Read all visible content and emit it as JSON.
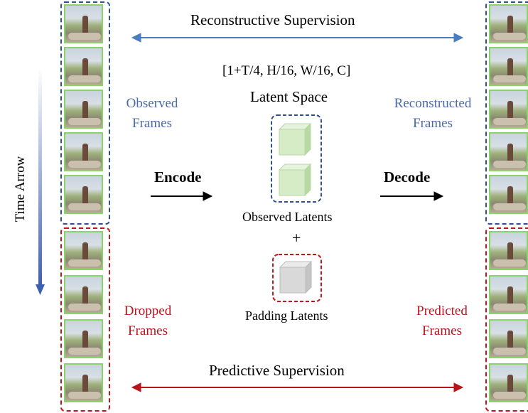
{
  "top_supervision": "Reconstructive Supervision",
  "bottom_supervision": "Predictive Supervision",
  "latent_shape": "[1+T/4, H/16, W/16, C]",
  "latent_space": "Latent Space",
  "observed_frames": [
    "Observed",
    "Frames"
  ],
  "reconstructed_frames": [
    "Reconstructed",
    "Frames"
  ],
  "dropped_frames": [
    "Dropped",
    "Frames"
  ],
  "predicted_frames": [
    "Predicted",
    "Frames"
  ],
  "encode": "Encode",
  "decode": "Decode",
  "observed_latents": "Observed Latents",
  "plus": "+",
  "padding_latents": "Padding Latents",
  "time_arrow": "Time Arrow",
  "colors": {
    "blue": "#2f4f96",
    "red": "#c0161d",
    "cube_green": "#d6ecc6",
    "cube_gray": "#d9d9d9",
    "frame_border": "#8bd46b"
  }
}
